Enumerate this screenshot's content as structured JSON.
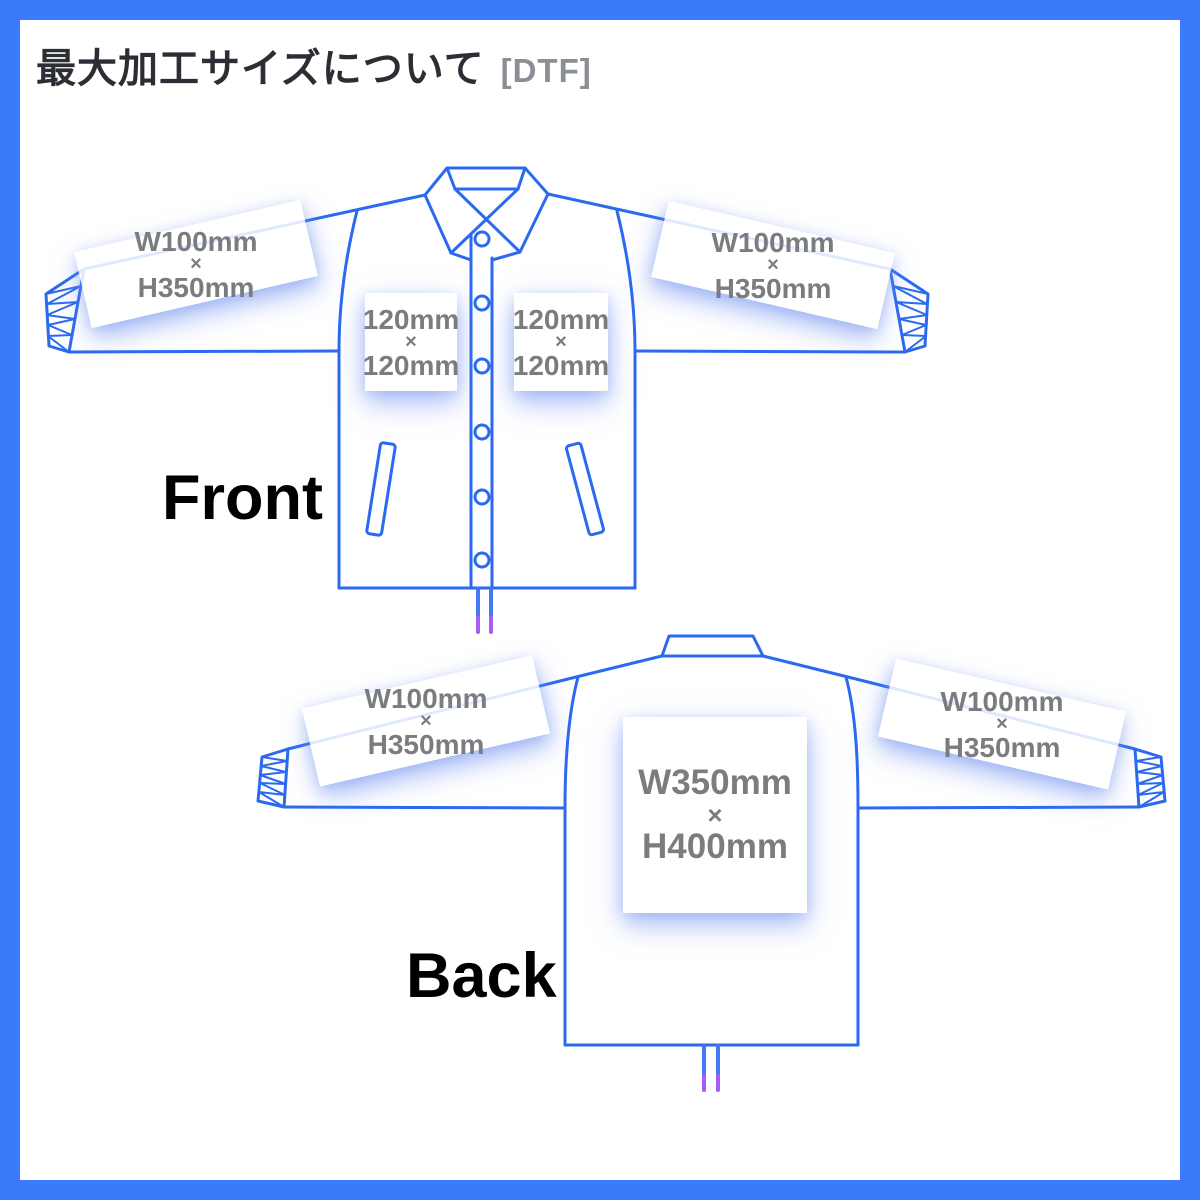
{
  "page": {
    "title": "最大加工サイズについて",
    "method_tag": "[DTF]"
  },
  "front": {
    "caption": "Front",
    "left_sleeve": {
      "width": "W100mm",
      "times": "×",
      "height": "H350mm"
    },
    "right_sleeve": {
      "width": "W100mm",
      "times": "×",
      "height": "H350mm"
    },
    "left_chest": {
      "width": "120mm",
      "times": "×",
      "height": "120mm"
    },
    "right_chest": {
      "width": "120mm",
      "times": "×",
      "height": "120mm"
    }
  },
  "back": {
    "caption": "Back",
    "left_sleeve": {
      "width": "W100mm",
      "times": "×",
      "height": "H350mm"
    },
    "right_sleeve": {
      "width": "W100mm",
      "times": "×",
      "height": "H350mm"
    },
    "body": {
      "width": "W350mm",
      "times": "×",
      "height": "H400mm"
    }
  },
  "colors": {
    "frame_blue": "#3A7BFC",
    "line_blue": "#2B6AF0",
    "label_text_gray": "#7A7C7F",
    "label_glow_blue": "#6E8FF0",
    "drawcord_tip_purple": "#A85BF0",
    "caption_black": "#000000",
    "title_dark": "#2B2E34",
    "tag_gray": "#8A8E95"
  }
}
